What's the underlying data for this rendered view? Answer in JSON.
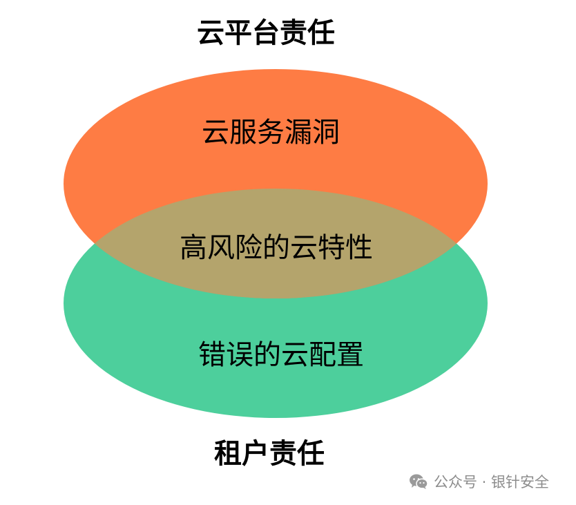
{
  "headings": {
    "top": "云平台责任",
    "bottom": "租户责任"
  },
  "regions": {
    "top": "云服务漏洞",
    "overlap": "高风险的云特性",
    "bottom": "错误的云配置"
  },
  "colors": {
    "top_ellipse": "#fe7c44",
    "bottom_ellipse": "#4dcf9c",
    "overlap": "#b4a46c"
  },
  "watermark": {
    "icon": "wechat-icon",
    "text": "公众号 · 银针安全"
  }
}
